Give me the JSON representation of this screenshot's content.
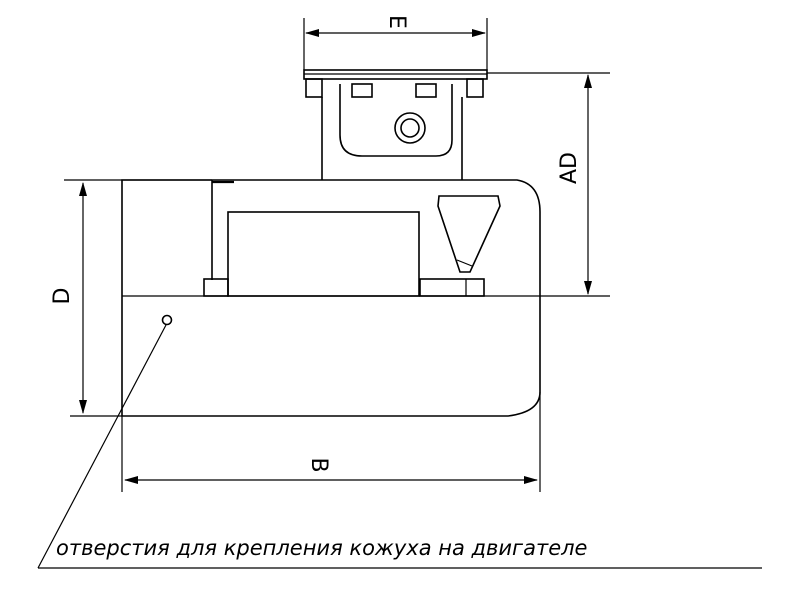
{
  "dimensions": {
    "E": "E",
    "AD": "AD",
    "D": "D",
    "B": "B"
  },
  "caption": "отверстия для крепления кожуха на двигателе"
}
